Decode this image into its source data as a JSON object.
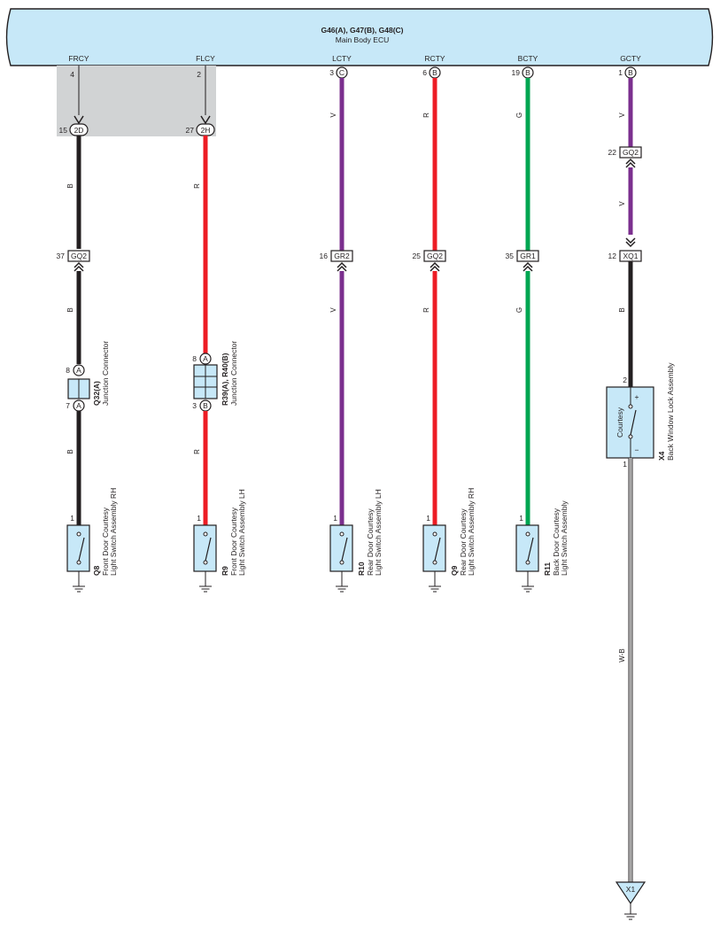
{
  "ecu": {
    "title": "G46(A), G47(B), G48(C)",
    "subtitle": "Main Body ECU"
  },
  "colors": {
    "black": "#231f20",
    "red": "#ed1c24",
    "violet": "#7b2f8e",
    "green": "#00a651",
    "box": "#c7e8f8",
    "shade": "#d1d3d4"
  },
  "circuits": [
    {
      "id": "frcy",
      "signal": "FRCY",
      "pin": "4",
      "pin_connector": "",
      "mid_pin": "15",
      "mid_connector": "2D",
      "wire1": "B",
      "wire2": "B",
      "wire3": "B",
      "jc_pin": "37",
      "jc_name": "GQ2",
      "jconn": {
        "code": "Q32(A)",
        "name": "Junction Connector",
        "pin_top": "8",
        "pin_top_conn": "A",
        "pin_bot": "7",
        "pin_bot_conn": "A"
      },
      "sw_pin": "1",
      "sw_code": "Q8",
      "sw_name_1": "Front Door Courtesy",
      "sw_name_2": "Light Switch Assembly RH"
    },
    {
      "id": "flcy",
      "signal": "FLCY",
      "pin": "2",
      "pin_connector": "",
      "mid_pin": "27",
      "mid_connector": "2H",
      "wire1": "R",
      "wire3": "R",
      "jconn": {
        "code": "R39(A), R40(B)",
        "name": "Junction Connector",
        "pin_top": "8",
        "pin_top_conn": "A",
        "pin_bot": "3",
        "pin_bot_conn": "B"
      },
      "sw_pin": "1",
      "sw_code": "R9",
      "sw_name_1": "Front Door Courtesy",
      "sw_name_2": "Light Switch Assembly LH"
    },
    {
      "id": "lcty",
      "signal": "LCTY",
      "pin": "3",
      "pin_connector": "C",
      "wire1": "V",
      "wire2": "V",
      "jc_pin": "16",
      "jc_name": "GR2",
      "sw_pin": "1",
      "sw_code": "R10",
      "sw_name_1": "Rear Door Courtesy",
      "sw_name_2": "Light Switch Assembly LH"
    },
    {
      "id": "rcty",
      "signal": "RCTY",
      "pin": "6",
      "pin_connector": "B",
      "wire1": "R",
      "wire2": "R",
      "jc_pin": "25",
      "jc_name": "GQ2",
      "sw_pin": "1",
      "sw_code": "Q9",
      "sw_name_1": "Rear Door Courtesy",
      "sw_name_2": "Light Switch Assembly RH"
    },
    {
      "id": "bcty",
      "signal": "BCTY",
      "pin": "19",
      "pin_connector": "B",
      "wire1": "G",
      "wire2": "G",
      "jc_pin": "35",
      "jc_name": "GR1",
      "sw_pin": "1",
      "sw_code": "R11",
      "sw_name_1": "Back Door Courtesy",
      "sw_name_2": "Light Switch Assembly"
    },
    {
      "id": "gcty",
      "signal": "GCTY",
      "pin": "1",
      "pin_connector": "B",
      "wire1": "V",
      "wire2": "V",
      "wire3": "B",
      "wire4": "W-B",
      "jc1_pin": "22",
      "jc1_name": "GQ2",
      "jc2_pin": "12",
      "jc2_name": "XQ1",
      "lock": {
        "pin_top": "2",
        "pin_bot": "1",
        "plus": "+",
        "minus": "−",
        "inner": "Courtesy",
        "code": "X4",
        "name": "Back Window Lock Assembly"
      },
      "ground_ref": "X1"
    }
  ]
}
